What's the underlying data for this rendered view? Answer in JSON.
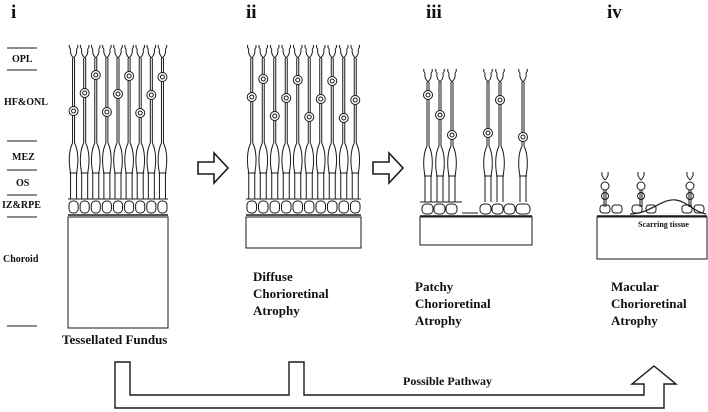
{
  "stages": [
    {
      "numeral": "i",
      "caption": "Tessellated Fundus"
    },
    {
      "numeral": "ii",
      "caption": "Diffuse Chorioretinal Atrophy"
    },
    {
      "numeral": "iii",
      "caption": "Patchy Chorioretinal Atrophy"
    },
    {
      "numeral": "iv",
      "caption": "Macular Chorioretinal Atrophy"
    }
  ],
  "layers": [
    "OPL",
    "HF&ONL",
    "MEZ",
    "OS",
    "IZ&RPE",
    "Choroid"
  ],
  "annotations": {
    "scarring": "Scarring tissue",
    "pathway": "Possible Pathway"
  }
}
